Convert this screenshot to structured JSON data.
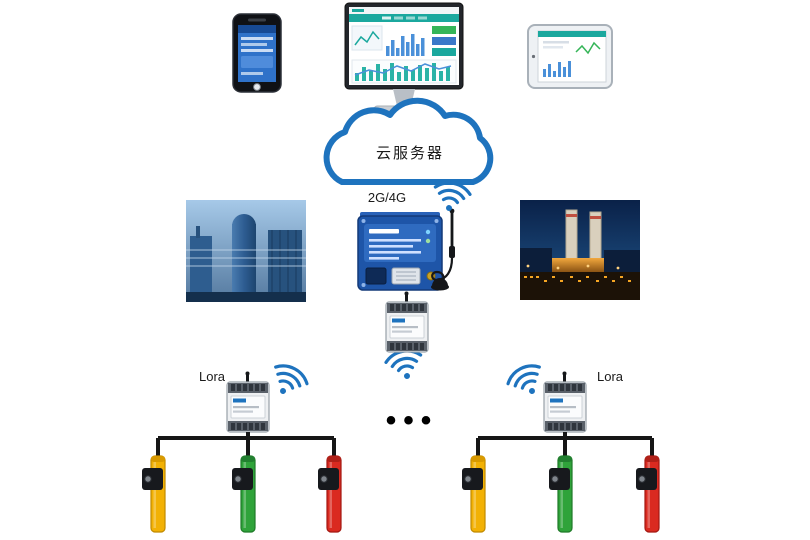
{
  "labels": {
    "cloud_server": "云服务器",
    "network": "2G/4G",
    "lora_left": "Lora",
    "lora_right": "Lora",
    "more_nodes": "•••"
  },
  "palette": {
    "accent_blue": "#1e73be",
    "gateway_blue": "#1e55a8",
    "dashboard_teal": "#1ba89e",
    "chart_blue": "#4a90d9",
    "wire_black": "#161616",
    "sensor_yellow": "#f2b105",
    "sensor_green": "#2fa33a",
    "sensor_red": "#da2a20"
  },
  "icons": {
    "cloud": "cloud-icon",
    "wifi": "wifi-icon",
    "antenna": "antenna-icon",
    "smartphone": "smartphone-icon",
    "monitor": "monitor-icon",
    "tablet": "tablet-icon",
    "gateway": "gateway-device",
    "repeater": "repeater-module",
    "lora_module": "lora-module",
    "sensor": "ct-sensor"
  }
}
